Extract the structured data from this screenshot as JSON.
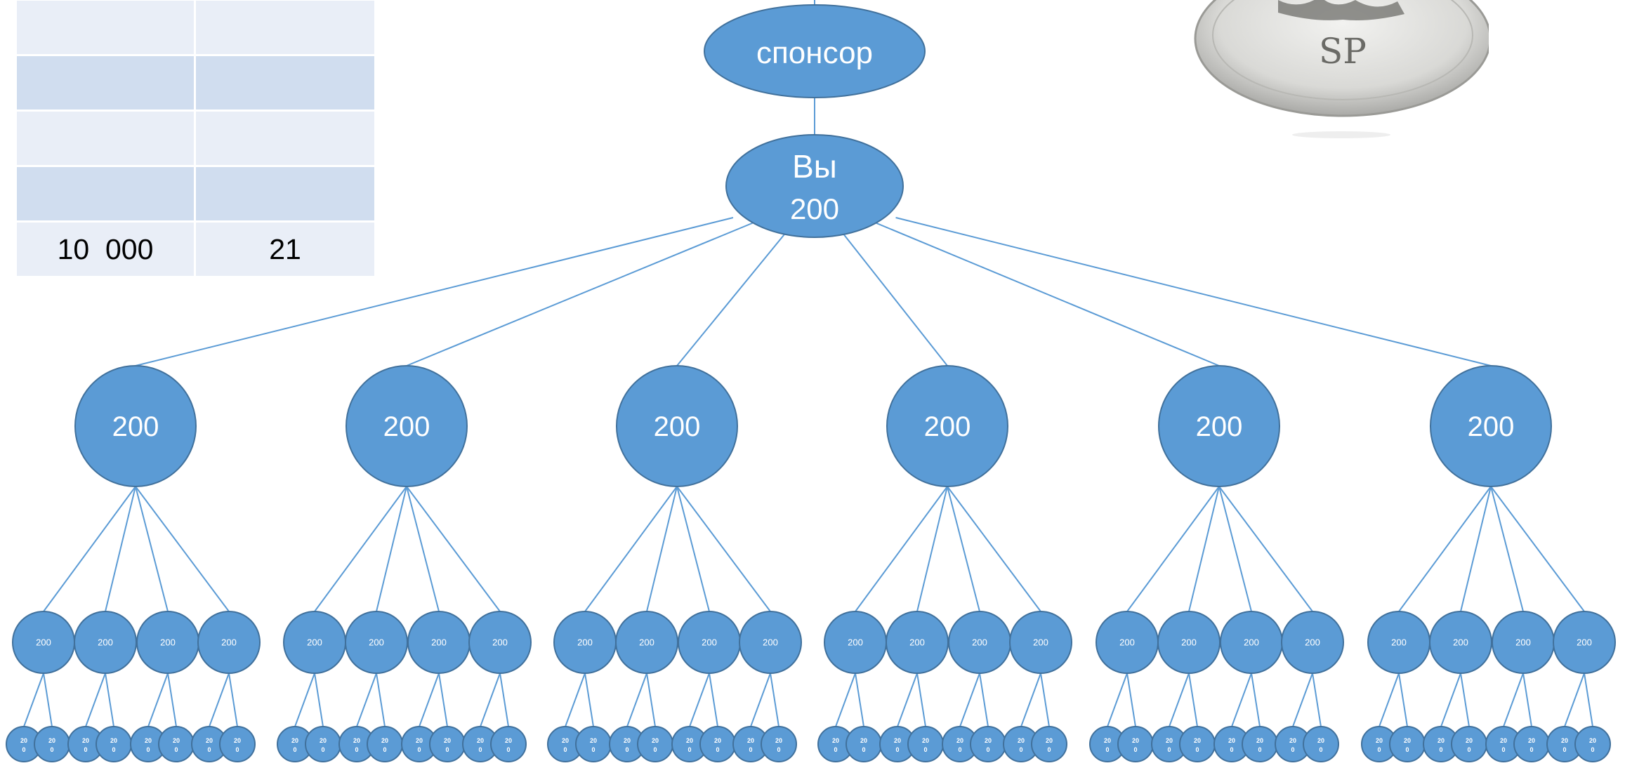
{
  "colors": {
    "node_fill": "#5b9bd5",
    "node_stroke": "#41719c",
    "edge": "#5b9bd5",
    "node_text": "#ffffff",
    "table_light": "#e9eef7",
    "table_dark": "#d0ddef"
  },
  "table": {
    "rows": [
      {
        "col1": "",
        "col2": ""
      },
      {
        "col1": "",
        "col2": ""
      },
      {
        "col1": "",
        "col2": ""
      },
      {
        "col1": "",
        "col2": ""
      },
      {
        "col1": "10  000",
        "col2": "21"
      }
    ]
  },
  "coin": {
    "label": "SP",
    "icon": "coin-image"
  },
  "tree": {
    "sponsor_label": "спонсор",
    "you_label": "Вы",
    "you_value": "200",
    "level1_value": "200",
    "level2_value": "200",
    "level3_value": "20 0",
    "level1_count": 6,
    "level2_per_parent": 4,
    "level3_per_parent": 2
  }
}
